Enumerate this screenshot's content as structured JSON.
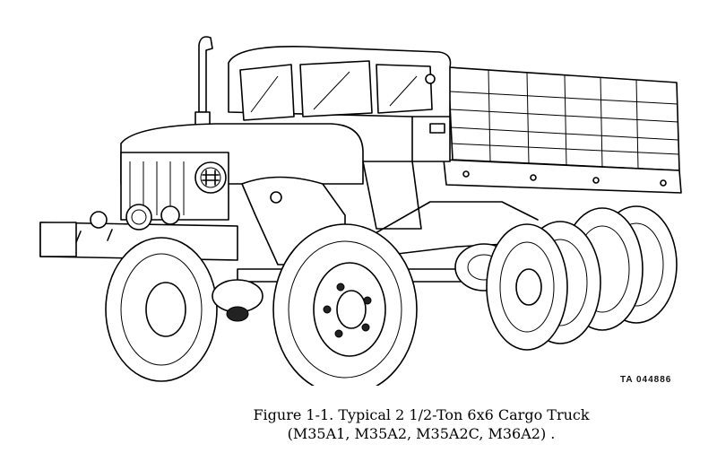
{
  "figure": {
    "art_id": "TA 044886",
    "caption_line1": "Figure 1-1. Typical 2 1/2-Ton 6x6 Cargo Truck",
    "caption_line2": "(M35A1, M35A2, M35A2C, M36A2) ."
  }
}
